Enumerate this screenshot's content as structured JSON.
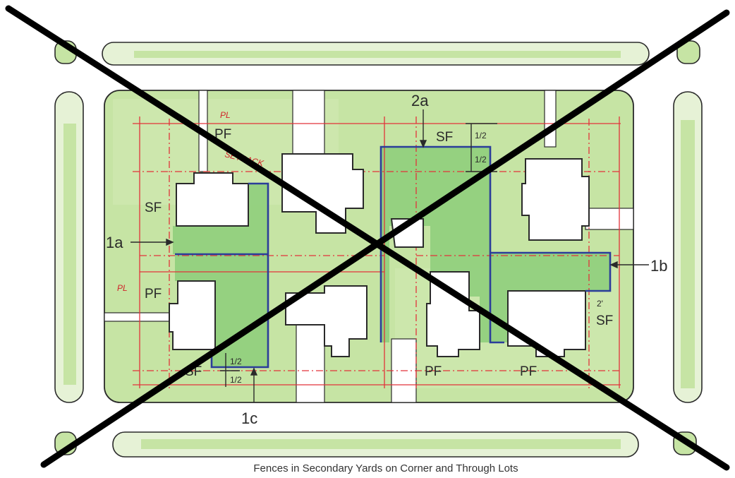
{
  "caption": "Fences in Secondary Yards on Corner and Through Lots",
  "callouts": {
    "c1a": "1a",
    "c1b": "1b",
    "c1c": "1c",
    "c2a": "2a"
  },
  "labels": {
    "pf_top": "PF",
    "sf_left": "SF",
    "pf_left": "PF",
    "sf_bottom": "SF",
    "sf_2a": "SF",
    "pf_b1": "PF",
    "pf_b2": "PF",
    "sf_right": "SF"
  },
  "dims": {
    "half_2a_top": "1/2",
    "half_2a_bottom": "1/2",
    "half_1c_top": "1/2",
    "half_1c_bottom": "1/2",
    "dim_1b": "2'"
  },
  "notes": {
    "note_pl_top": "PL",
    "note_setback": "SETBACK",
    "note_pl_left": "PL"
  },
  "colors": {
    "grass": "#c6e4a4",
    "grass_dark": "#8fce7c",
    "fence_blue": "#2b3d9a",
    "setback_red": "#e2333a",
    "ink": "#2a2a2a",
    "cross": "#000000"
  }
}
